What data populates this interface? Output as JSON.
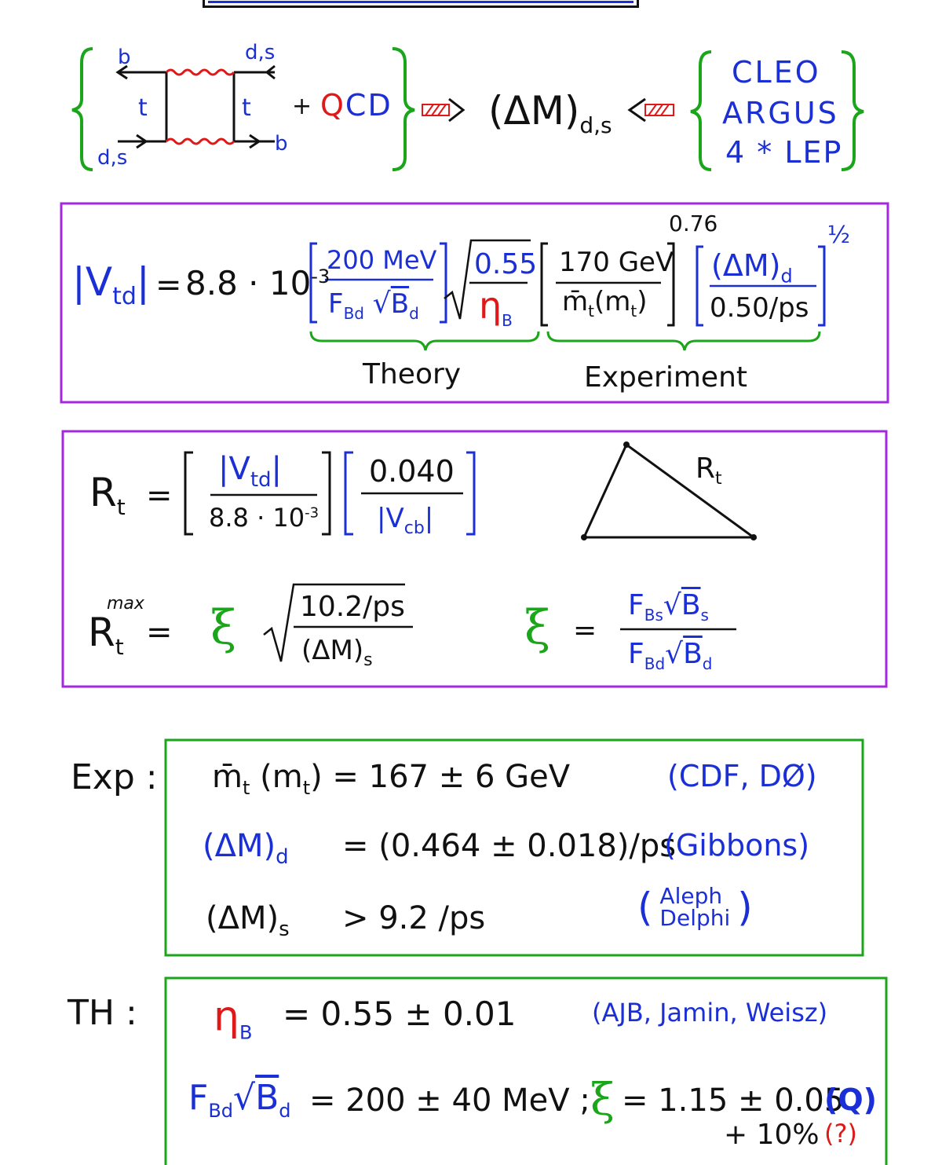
{
  "header_box": {},
  "diagram": {
    "quark_top_left": "b",
    "quark_top_right": "d,s",
    "quark_bottom_left": "d,s",
    "quark_bottom_right": "b",
    "prop_left": "t",
    "prop_right": "t",
    "plus": "+",
    "qcd": "QCD",
    "delta_m": "(ΔM)",
    "delta_m_sub": "d,s",
    "experiments": [
      "CLEO",
      "ARGUS",
      "4 * LEP"
    ]
  },
  "vtd_box": {
    "lhs": "|V",
    "lhs_sub": "td",
    "lhs_end": "|",
    "eq": "=",
    "coef": "8.8 · 10",
    "coef_exp": "-3",
    "f1_num": "200 MeV",
    "f1_den_a": "F",
    "f1_den_a_sub": "Bd",
    "f1_den_b": "B",
    "f1_den_b_sub": "d",
    "f2_num": "0.55",
    "f2_den": "η",
    "f2_den_sub": "B",
    "f3_num": "170 GeV",
    "f3_den": "m̄",
    "f3_den_sub": "t",
    "f3_den_arg": "(m",
    "f3_den_arg_sub": "t",
    "f3_den_close": ")",
    "f3_exp": "0.76",
    "f4_num": "(ΔM)",
    "f4_num_sub": "d",
    "f4_den": "0.50/ps",
    "f4_exp": "½",
    "label_theory": "Theory",
    "label_experiment": "Experiment"
  },
  "rt_box": {
    "rt": "R",
    "rt_sub": "t",
    "eq": "=",
    "a_num": "|V",
    "a_num_sub": "td",
    "a_num_end": "|",
    "a_den": "8.8 · 10",
    "a_den_exp": "-3",
    "b_num": "0.040",
    "b_den": "|V",
    "b_den_sub": "cb",
    "b_den_end": "|",
    "triangle_label": "R",
    "triangle_label_sub": "t",
    "rmax": "R",
    "rmax_sup": "max",
    "rmax_sub": "t",
    "rmax_eq": "=",
    "xi": "ξ",
    "sqrt_num": "10.2/ps",
    "sqrt_den": "(ΔM)",
    "sqrt_den_sub": "s",
    "xi2": "ξ",
    "xi_eq": "=",
    "xi_num_a": "F",
    "xi_num_a_sub": "Bs",
    "xi_num_b": "B",
    "xi_num_b_sub": "s",
    "xi_den_a": "F",
    "xi_den_a_sub": "Bd",
    "xi_den_b": "B",
    "xi_den_b_sub": "d"
  },
  "exp_section": {
    "label": "Exp :",
    "row1": {
      "lhs": "m̄",
      "lhs_sub": "t",
      "arg": "(m",
      "arg_sub": "t",
      "arg_close": ") = 167 ± 6  GeV",
      "source": "(CDF, DØ)"
    },
    "row2": {
      "lhs": "(ΔM)",
      "lhs_sub": "d",
      "value": "= (0.464 ± 0.018)/ps",
      "source": "(Gibbons)"
    },
    "row3": {
      "lhs": "(ΔM)",
      "lhs_sub": "s",
      "value": "> 9.2 /ps",
      "source_open": "(",
      "source_a": "Aleph",
      "source_b": "Delphi",
      "source_close": ")"
    }
  },
  "th_section": {
    "label": "TH :",
    "row1": {
      "lhs": "η",
      "lhs_sub": "B",
      "value": "= 0.55 ± 0.01",
      "source": "(AJB, Jamin, Weisz)"
    },
    "row2": {
      "lhs_a": "F",
      "lhs_a_sub": "Bd",
      "lhs_b": "B",
      "lhs_b_sub": "d",
      "value": "= 200 ± 40 MeV ;",
      "xi": "ξ",
      "xi_value": "= 1.15 ± 0.05",
      "xi_tag": "(Q)",
      "extra": "+ 10%",
      "extra_tag": "(?)"
    }
  }
}
